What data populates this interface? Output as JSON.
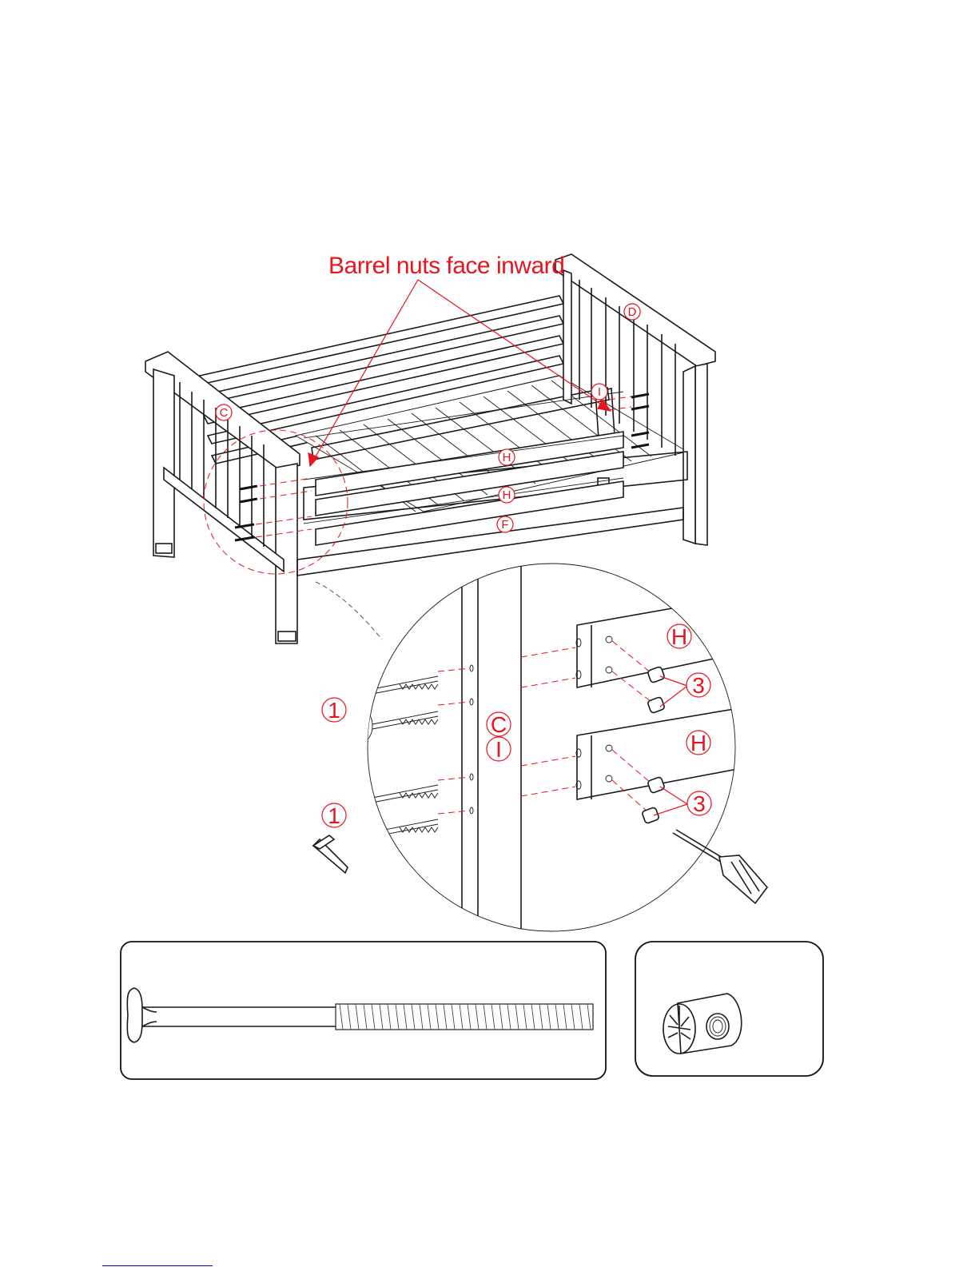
{
  "callout": {
    "text": "Barrel nuts face inward",
    "color": "#e8141e"
  },
  "part_labels": {
    "C": "C",
    "D": "D",
    "I": "I",
    "H_upper": "H",
    "H_lower": "H",
    "F": "F"
  },
  "detail_labels": {
    "bolt_group_top": "1",
    "bolt_group_bottom": "1",
    "post_C": "C",
    "post_I": "I",
    "rail_H_top": "H",
    "rail_H_bottom": "H",
    "nut_group_top": "3",
    "nut_group_bottom": "3"
  },
  "hardware": {
    "bolt_panel_icon": "bolt-icon",
    "barrel_nut_panel_icon": "barrel-nut-icon",
    "allen_key_icon": "allen-key-icon",
    "screwdriver_icon": "screwdriver-icon"
  }
}
